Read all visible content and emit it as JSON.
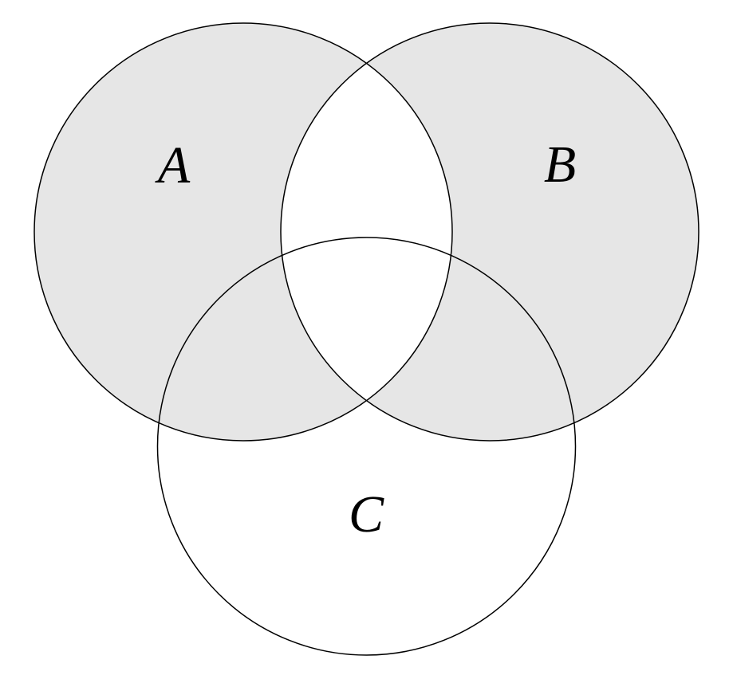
{
  "figure": {
    "type": "venn-diagram",
    "description": "Three-circle Venn diagram with the symmetric difference of A and B shaded; intersection of A and B is unshaded; circle C is unshaded",
    "set_labels": {
      "a": "A",
      "b": "B",
      "c": "C"
    },
    "colors": {
      "shaded_fill": "#e6e6e6",
      "unshaded_fill": "#ffffff",
      "outline": "#000000",
      "label_color": "#000000",
      "background": "#ffffff"
    }
  }
}
